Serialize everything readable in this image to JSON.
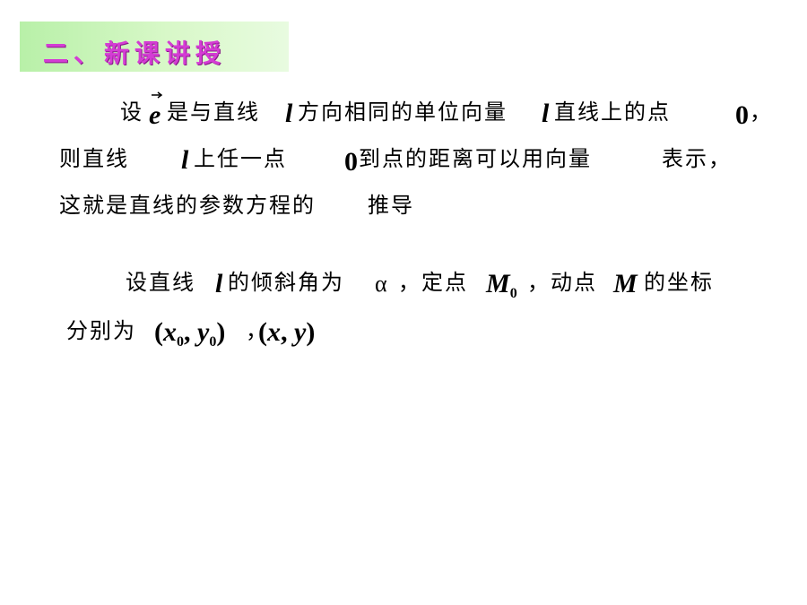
{
  "title": "二、新课讲授",
  "p1": {
    "l1_a": "设",
    "e": "e",
    "l1_b": "是与直线",
    "l": "l",
    "l1_c": "方向相同的单位向量",
    "l1_d": "直线上的点",
    "zero": "0",
    "l1_e": "，",
    "l2_a": "则直线",
    "l2_b": "上任一点",
    "l2_c": "到点的距离可以用向量",
    "l2_d": "表示，",
    "l3_a": "这就是直线的参数方程的",
    "l3_b": "推导"
  },
  "p2": {
    "a_a": "设直线",
    "a_b": "的倾斜角为",
    "alpha": "α",
    "a_c": "，定点",
    "M": "M",
    "a_d": "，动点",
    "a_e": "的坐标",
    "b_a": "分别为",
    "pt0_x": "x",
    "pt0_y": "y",
    "comma": "，",
    "pt_x": "x",
    "pt_y": "y"
  }
}
